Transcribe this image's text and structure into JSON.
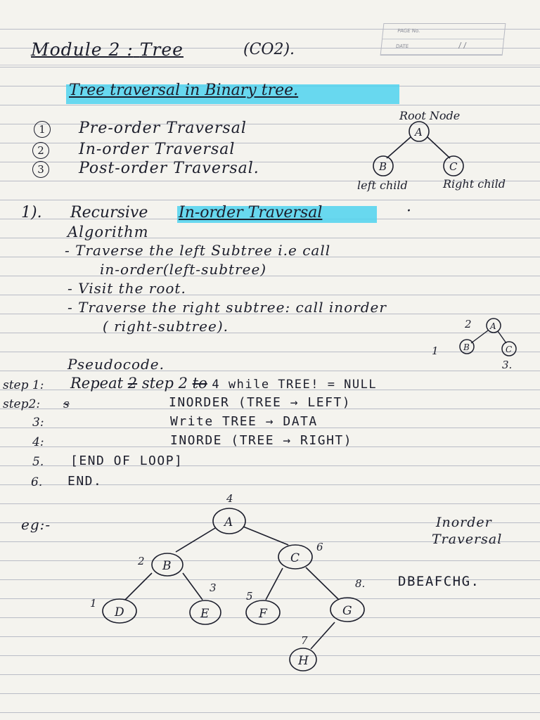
{
  "header": {
    "page_no_label": "PAGE No.",
    "date_label": "DATE",
    "date_value": "/ /"
  },
  "title": {
    "module": "Module 2 :",
    "topic": "Tree",
    "course_outcome": "(CO2)."
  },
  "section": {
    "heading": "Tree traversal in Binary tree.",
    "traversals": [
      {
        "num": "1",
        "label": "Pre-order Traversal"
      },
      {
        "num": "2",
        "label": "In-order Traversal"
      },
      {
        "num": "3",
        "label": "Post-order Traversal."
      }
    ]
  },
  "diagram_small": {
    "root_label": "Root Node",
    "root": "A",
    "left": "B",
    "right": "C",
    "left_label": "left child",
    "right_label": "Right child"
  },
  "inorder_section": {
    "index": "1).",
    "heading_plain": "Recursive",
    "heading_highlight": "In-order Traversal",
    "trailing": "·",
    "algorithm_label": "Algorithm",
    "steps": [
      "- Traverse the left Subtree i.e call",
      "in-order(left-subtree)",
      "- Visit the root.",
      "- Traverse the right subtree: call inorder",
      "( right-subtree)."
    ]
  },
  "diagram_mini": {
    "root": "A",
    "left": "B",
    "right": "C",
    "root_order": "2",
    "left_order": "1",
    "right_order": "3."
  },
  "pseudocode": {
    "label": "Pseudocode.",
    "lines": [
      {
        "step": "step 1:",
        "text": "Repeat",
        "strike": "2",
        "mid": "step 2",
        "strike2": "to",
        "rest": "4 while TREE! = NULL"
      },
      {
        "step": "step2:",
        "strike": "s",
        "text": "INORDER (TREE → LEFT)"
      },
      {
        "step": "3:",
        "text": "Write  TREE → DATA"
      },
      {
        "step": "4:",
        "text": "INORDE (TREE → RIGHT)"
      },
      {
        "step": "5.",
        "text": "[END OF LOOP]"
      },
      {
        "step": "6.",
        "text": "END."
      }
    ]
  },
  "example": {
    "label": "eg:-",
    "nodes": [
      {
        "id": "A",
        "order": "4"
      },
      {
        "id": "B",
        "order": "2"
      },
      {
        "id": "C",
        "order": "6"
      },
      {
        "id": "D",
        "order": "1"
      },
      {
        "id": "E",
        "order": "3"
      },
      {
        "id": "F",
        "order": "5"
      },
      {
        "id": "G",
        "order": "8."
      },
      {
        "id": "H",
        "order": "7"
      }
    ],
    "result_label_1": "Inorder",
    "result_label_2": "Traversal",
    "result": "DBEAFCHG."
  }
}
